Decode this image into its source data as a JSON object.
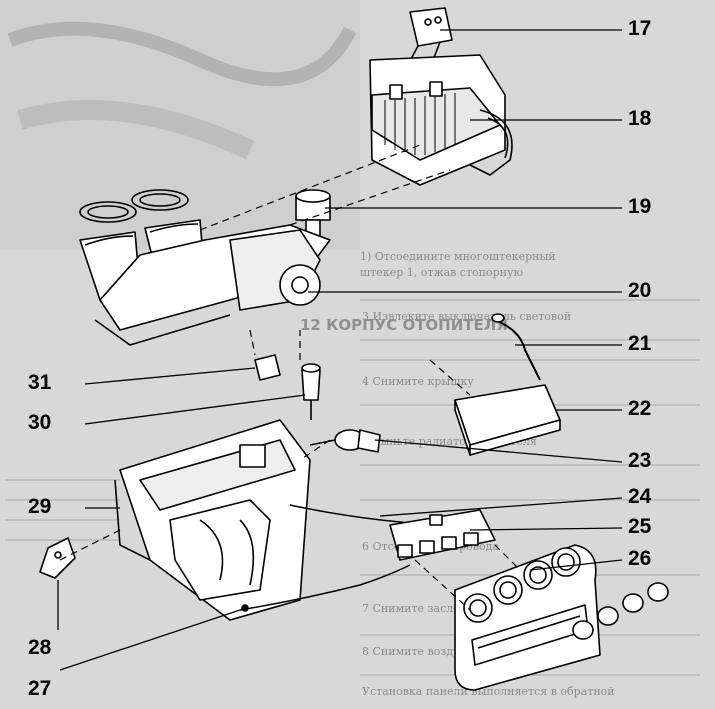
{
  "figure": {
    "title": "",
    "callouts": [
      "17",
      "18",
      "19",
      "20",
      "21",
      "22",
      "23",
      "24",
      "25",
      "26",
      "27",
      "28",
      "29",
      "30",
      "31"
    ]
  },
  "background_page": {
    "heading": "12 КОРПУС ОТОПИТЕЛЯ",
    "lines": [
      "1) Отсоедините многоштекерный",
      "штекер 1, отжав стопорную",
      "3  Извлеките выключатель световой",
      "4  Снимите крышку",
      "5  Выньте радиатор отопителя",
      "6  Отсоедините провода",
      "7  Снимите заслонку",
      "8  Снимите воздуховод",
      "Установка панели выполняется в обратной"
    ]
  },
  "colors": {
    "ink": "#000000",
    "paper": "#d8d8d8",
    "bg_text": "#8a8a8a"
  }
}
